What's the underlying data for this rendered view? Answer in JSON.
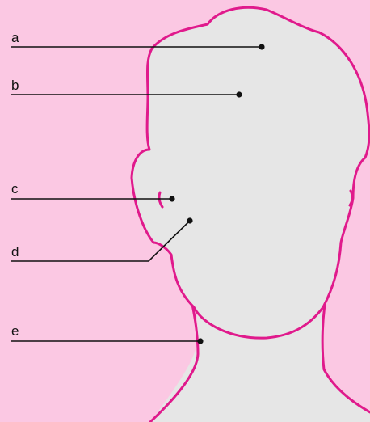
{
  "colors": {
    "background": "#fbc8e3",
    "silhouette_fill": "#e6e6e6",
    "outline": "#e01a8c",
    "leader_line": "#111111"
  },
  "labels": {
    "a": "a",
    "b": "b",
    "c": "c",
    "d": "d",
    "e": "e"
  }
}
